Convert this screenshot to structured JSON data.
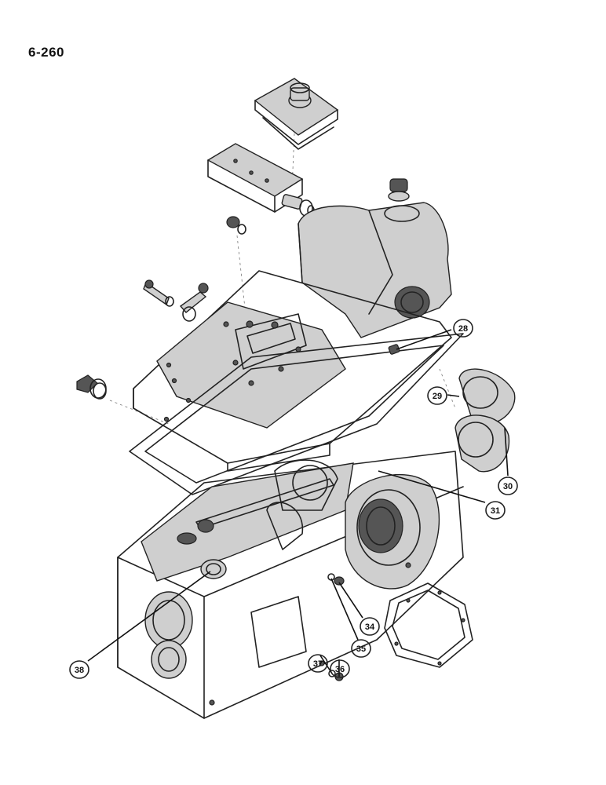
{
  "page": {
    "number": "6-260"
  },
  "callouts": [
    {
      "id": "28",
      "label": "28"
    },
    {
      "id": "29",
      "label": "29"
    },
    {
      "id": "30",
      "label": "30"
    },
    {
      "id": "31",
      "label": "31"
    },
    {
      "id": "34",
      "label": "34"
    },
    {
      "id": "35",
      "label": "35"
    },
    {
      "id": "36",
      "label": "36"
    },
    {
      "id": "37",
      "label": "37"
    },
    {
      "id": "38",
      "label": "38"
    }
  ],
  "colors": {
    "ink": "#222222",
    "shade": "#cfcfcf",
    "background": "#ffffff"
  }
}
